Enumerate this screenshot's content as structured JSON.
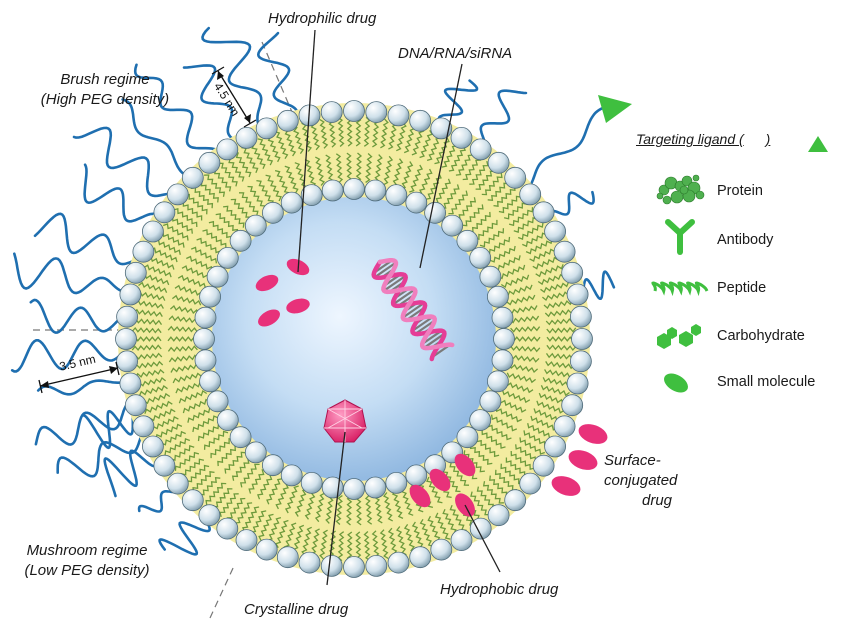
{
  "labels": {
    "hydrophilic": "Hydrophilic drug",
    "dna": "DNA/RNA/siRNA",
    "brush_1": "Brush regime",
    "brush_2": "(High PEG density)",
    "mushroom_1": "Mushroom regime",
    "mushroom_2": "(Low PEG density)",
    "crystalline": "Crystalline drug",
    "hydrophobic": "Hydrophobic drug",
    "surface_1": "Surface-",
    "surface_2": "conjugated",
    "surface_3": "drug",
    "dim_brush": "4.5 nm",
    "dim_mushroom": "3.5 nm"
  },
  "legend": {
    "title_prefix": "Targeting ligand (",
    "title_suffix": ")",
    "items": [
      {
        "label": "Protein",
        "icon": "protein-icon"
      },
      {
        "label": "Antibody",
        "icon": "antibody-icon"
      },
      {
        "label": "Peptide",
        "icon": "peptide-icon"
      },
      {
        "label": "Carbohydrate",
        "icon": "carbohydrate-icon"
      },
      {
        "label": "Small molecule",
        "icon": "small-molecule-icon"
      }
    ]
  },
  "colors": {
    "core": "#bcd8f2",
    "bilayer": "#f3eca0",
    "bead": "#cfe0ea",
    "peg": "#1f6fb0",
    "drug": "#e8317a",
    "ligand": "#3fbf3f"
  }
}
